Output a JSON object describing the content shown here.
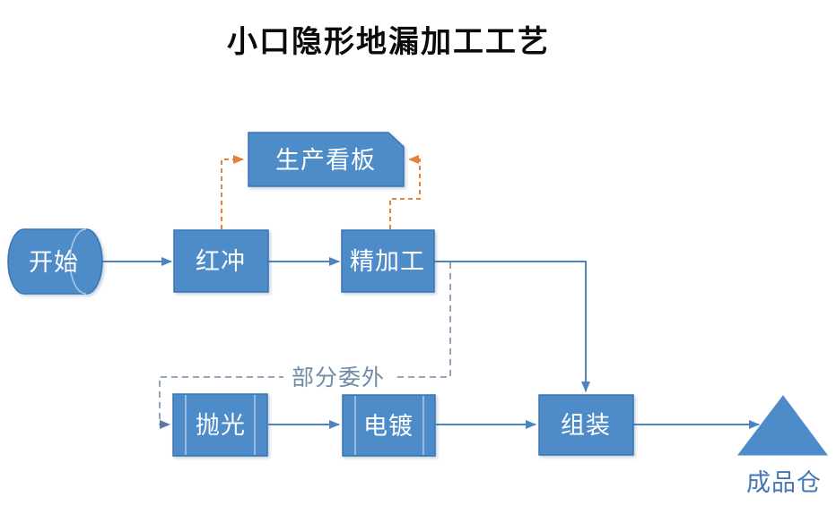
{
  "title": "小口隐形地漏加工工艺",
  "diagram": {
    "nodes": {
      "start": {
        "label": "开始",
        "shape": "horizontal-cylinder"
      },
      "kanban": {
        "label": "生产看板",
        "shape": "card-clipped-corner"
      },
      "hot_forging": {
        "label": "红冲",
        "shape": "process-rect"
      },
      "finishing": {
        "label": "精加工",
        "shape": "process-rect"
      },
      "polishing": {
        "label": "抛光",
        "shape": "predefined-process"
      },
      "plating": {
        "label": "电镀",
        "shape": "predefined-process"
      },
      "assembly": {
        "label": "组装",
        "shape": "process-rect"
      },
      "warehouse": {
        "label": "成品仓",
        "shape": "triangle"
      }
    },
    "edges": {
      "outsourced_label": "部分委外",
      "list": [
        {
          "from": "start",
          "to": "hot_forging",
          "style": "solid-blue"
        },
        {
          "from": "hot_forging",
          "to": "finishing",
          "style": "solid-blue"
        },
        {
          "from": "hot_forging",
          "to": "kanban",
          "style": "dashed-orange"
        },
        {
          "from": "finishing",
          "to": "kanban",
          "style": "dashed-orange"
        },
        {
          "from": "finishing",
          "to": "assembly",
          "style": "solid-blue"
        },
        {
          "from": "finishing",
          "to": "polishing",
          "style": "dashed-gray-blue",
          "label": "部分委外"
        },
        {
          "from": "polishing",
          "to": "plating",
          "style": "solid-blue"
        },
        {
          "from": "plating",
          "to": "assembly",
          "style": "solid-blue"
        },
        {
          "from": "assembly",
          "to": "warehouse",
          "style": "solid-blue"
        }
      ]
    },
    "colors": {
      "node_fill": "#4e8bc9",
      "node_border": "#3b74ae",
      "node_text": "#ffffff",
      "connector_blue": "#4c84c2",
      "dashed_orange": "#e2823c",
      "dashed_gray_blue": "#8fa6bd",
      "dashed_arrow_head": "#5a7ca0",
      "outsourced_text": "#6f8ba6",
      "warehouse_text": "#4677b5",
      "title_text": "#0a0a0a",
      "background": "#ffffff"
    }
  }
}
